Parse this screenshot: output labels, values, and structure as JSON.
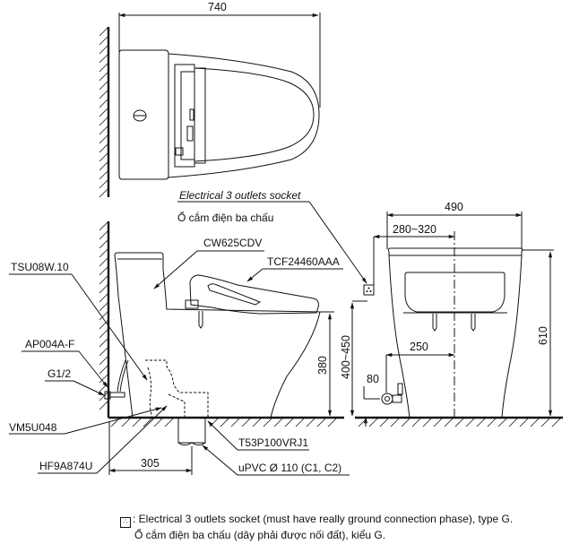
{
  "drawing": {
    "top_view": {
      "overall_length_dim": "740"
    },
    "side_view": {
      "callouts": {
        "socket_en": "Electrical 3 outlets socket",
        "socket_vi": "Ổ cắm điện ba chấu",
        "bowl": "CW625CDV",
        "seat": "TCF24460AAA",
        "hose": "TSU08W.10",
        "valve": "AP004A-F",
        "thread": "G1/2",
        "mat": "VM5U048",
        "flange": "HF9A874U",
        "adapter": "T53P100VRJ1",
        "pipe": "uPVC Ø 110 (C1, C2)"
      },
      "dims": {
        "seat_height": "380",
        "socket_height": "400~450",
        "rough_in": "305"
      }
    },
    "front_view": {
      "dims": {
        "width": "490",
        "socket_offset": "280~320",
        "height": "610",
        "supply_offset": "250",
        "supply_height": "80"
      }
    }
  },
  "notes": {
    "symbol_icon": "socket-icon",
    "line1": ": Electrical 3 outlets socket (must have really ground connection phase), type G.",
    "line2": "Ổ cắm điện ba chấu (dây phải được nối đất), kiểu G."
  }
}
